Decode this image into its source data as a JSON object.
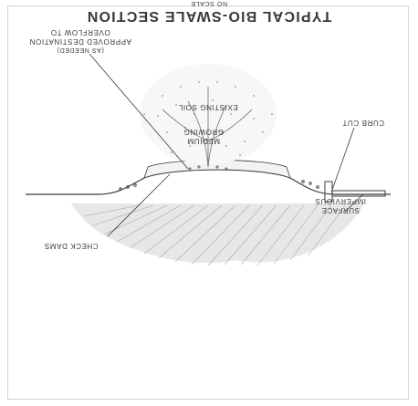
{
  "figure": {
    "title": "TYPICAL BIO-SWALE SECTION",
    "caption_top": "NO SCALE",
    "orientation": "image is printed rotated 180 degrees (upside down)"
  },
  "labels": {
    "overflow_line1": "OVERFLOW TO",
    "overflow_line2": "APPROVED DESTINATION",
    "overflow_line3": "(AS NEEDED)",
    "existing_soil": "EXISTING SOIL",
    "growing_medium_1": "GROWING",
    "growing_medium_2": "MEDIUM",
    "curb_cut": "CURB CUT",
    "impervious_1": "IMPERVIOUS",
    "impervious_2": "SURFACE",
    "check_dams": "CHECK DAMS"
  },
  "colors": {
    "ink": "#3a3a3a",
    "hatch": "#9a9a9a",
    "stipple": "#4a4a4a"
  }
}
